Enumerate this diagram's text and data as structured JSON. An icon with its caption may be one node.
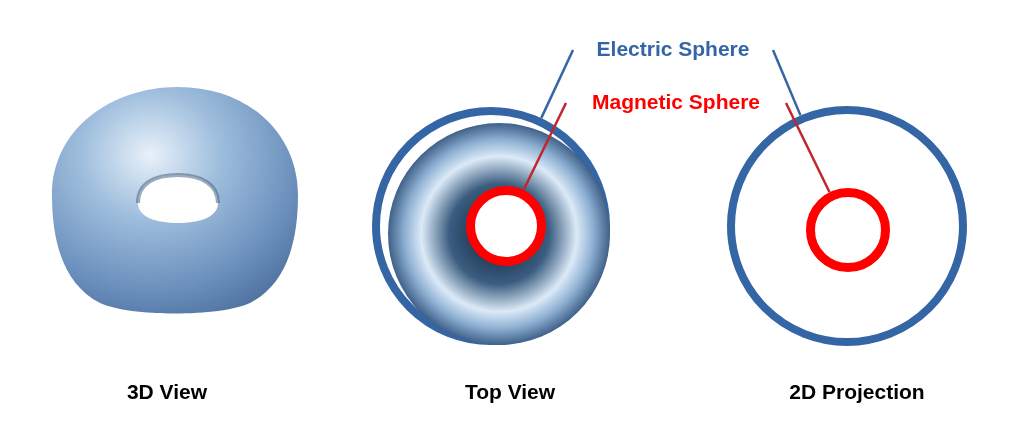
{
  "diagram": {
    "nodes": [
      {
        "text": [
          "Electric Sphere"
        ]
      },
      {
        "text": [
          "Magnetic Sphere"
        ]
      },
      {
        "text": [],
        "shape": "picture",
        "beside": [
          "3D View"
        ]
      },
      {
        "text": [],
        "shape": "circle",
        "beside": [
          "Top View"
        ]
      },
      {
        "text": [],
        "shape": "circle",
        "in": 3
      },
      {
        "text": [],
        "shape": "circle",
        "beside": [
          "2D Projection"
        ]
      },
      {
        "text": [],
        "shape": "circle",
        "in": 5
      }
    ],
    "edges": [
      {
        "from": 0,
        "to": 3,
        "arrow": "none",
        "color": "#3465a4"
      },
      {
        "from": 0,
        "to": 5,
        "arrow": "none",
        "color": "#3465a4"
      },
      {
        "from": 1,
        "to": 4,
        "arrow": "none",
        "color": "#c0262c"
      },
      {
        "from": 1,
        "to": 6,
        "arrow": "none",
        "color": "#c0262c"
      }
    ]
  }
}
